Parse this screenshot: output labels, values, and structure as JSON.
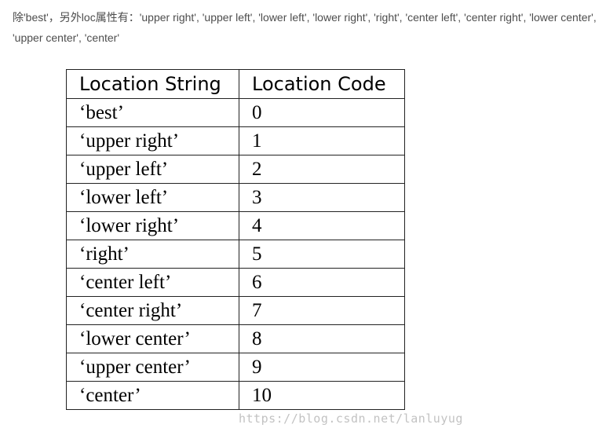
{
  "intro": {
    "text": "除'best'，另外loc属性有：'upper right', 'upper left', 'lower left', 'lower right', 'right', 'center left', 'center right', 'lower center', 'upper center', 'center'"
  },
  "table": {
    "headers": [
      "Location String",
      "Location Code"
    ],
    "rows": [
      {
        "string": "‘best’",
        "code": "0"
      },
      {
        "string": "‘upper right’",
        "code": "1"
      },
      {
        "string": "‘upper left’",
        "code": "2"
      },
      {
        "string": "‘lower left’",
        "code": "3"
      },
      {
        "string": "‘lower right’",
        "code": "4"
      },
      {
        "string": "‘right’",
        "code": "5"
      },
      {
        "string": "‘center left’",
        "code": "6"
      },
      {
        "string": "‘center right’",
        "code": "7"
      },
      {
        "string": "‘lower center’",
        "code": "8"
      },
      {
        "string": "‘upper center’",
        "code": "9"
      },
      {
        "string": "‘center’",
        "code": "10"
      }
    ]
  },
  "watermark": {
    "text": "https://blog.csdn.net/lanluyug"
  }
}
